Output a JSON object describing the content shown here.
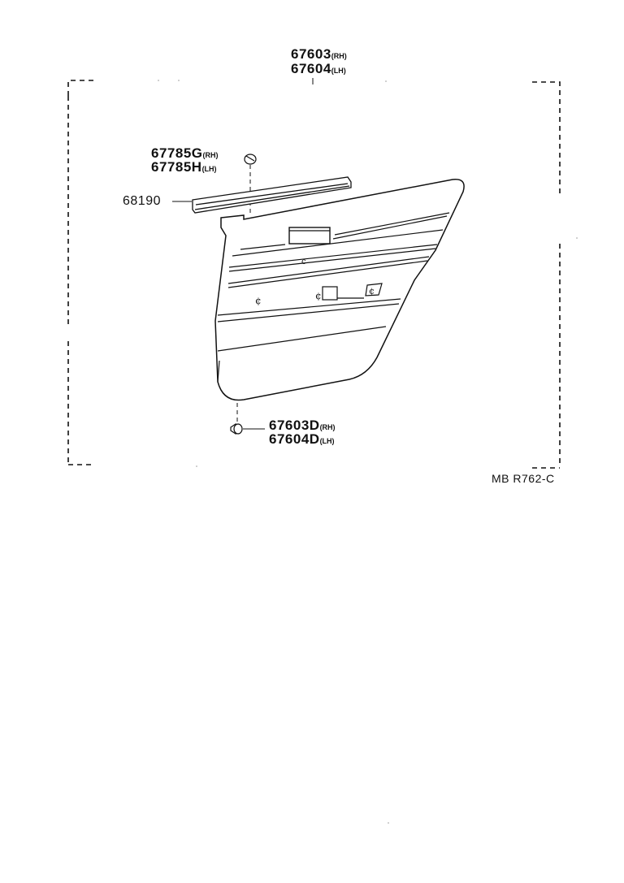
{
  "callouts": {
    "trim_board_rh": {
      "part": "67603",
      "suffix": "(RH)"
    },
    "trim_board_lh": {
      "part": "67604",
      "suffix": "(LH)"
    },
    "weatherstrip_rh": {
      "part": "67785G",
      "suffix": "(RH)"
    },
    "weatherstrip_lh": {
      "part": "67785H",
      "suffix": "(LH)"
    },
    "clip_part": {
      "part": "68190"
    },
    "clip_rh": {
      "part": "67603D",
      "suffix": "(RH)"
    },
    "clip_lh": {
      "part": "67604D",
      "suffix": "(LH)"
    }
  },
  "figure_code": "MB R762-C"
}
